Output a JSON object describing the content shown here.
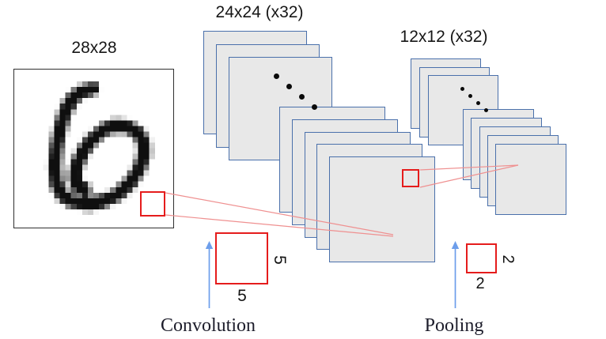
{
  "input": {
    "size_label": "28x28",
    "digit": "6",
    "digit_stroke": [
      [
        13.9,
        3.3
      ],
      [
        11.8,
        3.8
      ],
      [
        10.3,
        5.1
      ],
      [
        9.1,
        7.2
      ],
      [
        8.1,
        10.4
      ],
      [
        7.4,
        13.9
      ],
      [
        7.1,
        17.4
      ],
      [
        7.4,
        20.4
      ],
      [
        8.5,
        22.5
      ],
      [
        10.5,
        23.7
      ],
      [
        13.1,
        24.0
      ],
      [
        15.9,
        23.5
      ],
      [
        18.5,
        22.2
      ],
      [
        20.7,
        20.1
      ],
      [
        22.3,
        17.6
      ],
      [
        23.1,
        15.1
      ],
      [
        23.0,
        13.1
      ],
      [
        22.1,
        11.3
      ],
      [
        20.3,
        10.2
      ],
      [
        18.1,
        9.9
      ],
      [
        15.9,
        10.7
      ],
      [
        13.9,
        12.3
      ],
      [
        12.2,
        14.5
      ],
      [
        11.1,
        16.9
      ],
      [
        10.7,
        19.1
      ],
      [
        11.1,
        20.7
      ],
      [
        12.4,
        21.4
      ]
    ]
  },
  "conv_layer": {
    "size_label": "24x24 (x32)"
  },
  "pool_layer": {
    "size_label": "12x12 (x32)"
  },
  "conv_op": {
    "label": "Convolution",
    "kernel_w": "5",
    "kernel_h": "5"
  },
  "pool_op": {
    "label": "Pooling",
    "kernel_w": "2",
    "kernel_h": "2"
  },
  "colors": {
    "map_fill": "#e8e8e8",
    "map_border": "#4a70ab",
    "input_border": "#2f2f2f",
    "kernel_red": "#e51c1c",
    "connector_red": "#ef9090",
    "arrow_blue": "#6d9eeb",
    "label_text": "#161616",
    "op_text": "#1d1d2b",
    "digit_ink": "#0f0f0f"
  }
}
